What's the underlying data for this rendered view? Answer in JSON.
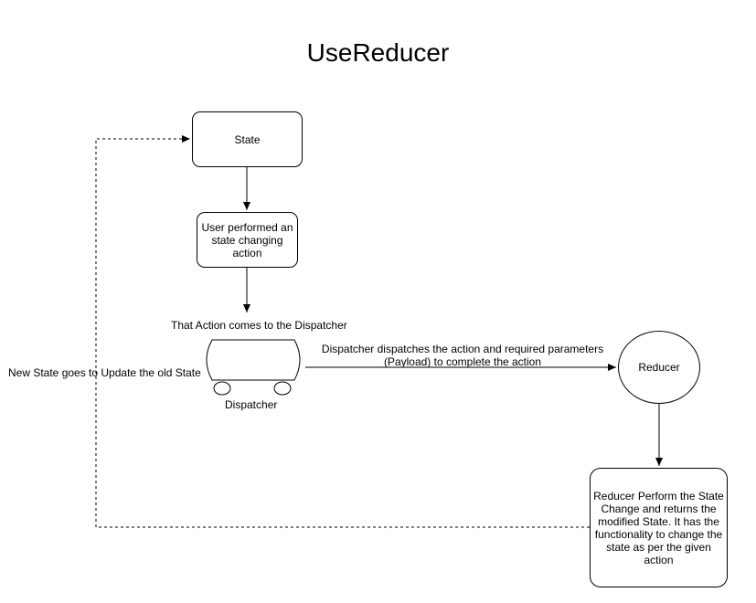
{
  "title": "UseReducer",
  "nodes": {
    "state": "State",
    "action": "User performed an state changing action",
    "dispatcher_title": "That Action comes to the Dispatcher",
    "dispatcher": "Dispatcher",
    "reducer": "Reducer",
    "reducer_result": "Reducer Perform the State Change and returns the modified State. It has the functionality to change the state as per the given action"
  },
  "edges": {
    "dispatch": "Dispatcher dispatches the action and required parameters (Payload) to complete the action",
    "feedback": "New State goes to Update the old State"
  }
}
